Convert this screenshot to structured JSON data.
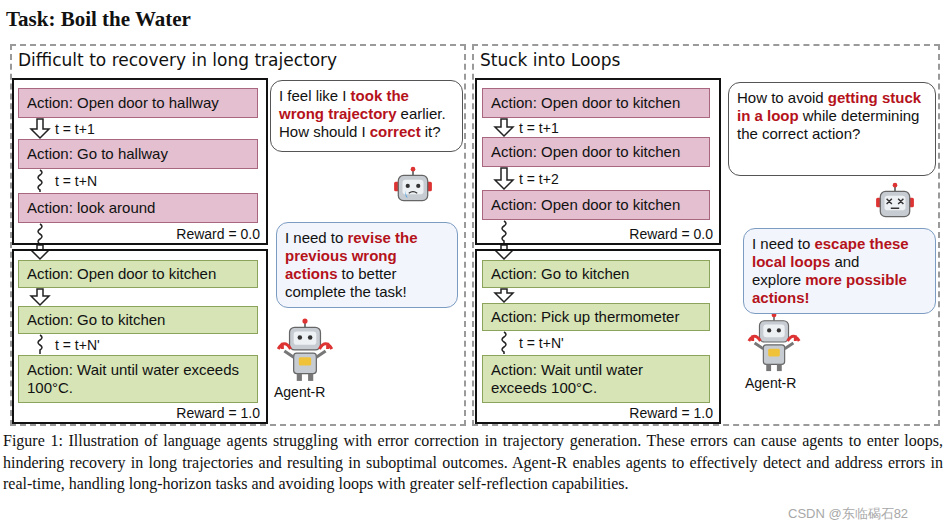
{
  "diagram": {
    "title": "Task: Boil the Water",
    "caption": "Figure 1: Illustration of language agents struggling with error correction in trajectory generation. These errors can cause agents to enter loops, hindering recovery in long trajectories and resulting in suboptimal outcomes. Agent-R enables agents to effectively detect and address errors in real-time, handling long-horizon tasks and avoiding loops with greater self-reflection capabilities.",
    "nodes": [
      {
        "text": [
          "Difficult to recovery in long trajectory"
        ]
      },
      {
        "text": [
          "Reward = 0.0"
        ],
        "in": 0
      },
      {
        "text": [
          "Action: Open door to hallway"
        ],
        "in": 1
      },
      {
        "text": [
          "Action: Go to hallway"
        ],
        "in": 1
      },
      {
        "text": [
          "Action: look around"
        ],
        "in": 1
      },
      {
        "text": [
          "Reward = 1.0"
        ],
        "in": 0
      },
      {
        "text": [
          "Action: Open door to kitchen"
        ],
        "in": 5
      },
      {
        "text": [
          "Action: Go to kitchen"
        ],
        "in": 5
      },
      {
        "text": [
          "Action: Wait until water exceeds 100°C."
        ],
        "in": 5
      },
      {
        "text": [
          "I feel like I",
          "took the wrong trajectory",
          "earlier. How should I",
          "correct",
          "it?"
        ],
        "in": 0
      },
      {
        "text": [
          "I need to",
          "revise the previous wrong actions",
          "to better complete the task!"
        ],
        "in": 0
      },
      {
        "text": [
          "Stuck into Loops"
        ]
      },
      {
        "text": [
          "Reward = 0.0"
        ],
        "in": 11
      },
      {
        "text": [
          "Action: Open door to kitchen"
        ],
        "in": 12
      },
      {
        "text": [
          "Action: Open door to kitchen"
        ],
        "in": 12
      },
      {
        "text": [
          "Action: Open door to kitchen"
        ],
        "in": 12
      },
      {
        "text": [
          "Reward = 1.0"
        ],
        "in": 11
      },
      {
        "text": [
          "Action: Go to kitchen"
        ],
        "in": 16
      },
      {
        "text": [
          "Action: Pick up thermometer"
        ],
        "in": 16
      },
      {
        "text": [
          "Action: Wait until water exceeds 100°C."
        ],
        "in": 16
      },
      {
        "text": [
          "How to avoid",
          "getting stuck in a loop",
          "while determining the correct action?"
        ],
        "in": 11
      },
      {
        "text": [
          "I need to",
          "escape these local loops",
          "and explore",
          "more possible actions!"
        ],
        "in": 11
      }
    ],
    "edges": [
      {
        "from": 2,
        "to": 3,
        "arrow": "to",
        "label": "t = t+1"
      },
      {
        "from": 3,
        "to": 4,
        "arrow": "none",
        "label": "t = t+N"
      },
      {
        "from": 4,
        "to": 6,
        "arrow": "to"
      },
      {
        "from": 6,
        "to": 7,
        "arrow": "to"
      },
      {
        "from": 7,
        "to": 8,
        "arrow": "none",
        "label": "t = t+N'"
      },
      {
        "from": 13,
        "to": 14,
        "arrow": "to",
        "label": "t = t+1"
      },
      {
        "from": 14,
        "to": 15,
        "arrow": "to",
        "label": "t = t+2"
      },
      {
        "from": 15,
        "to": 17,
        "arrow": "to"
      },
      {
        "from": 17,
        "to": 18,
        "arrow": "to"
      },
      {
        "from": 18,
        "to": 19,
        "arrow": "none",
        "label": "t = t+N'"
      }
    ],
    "labels": [
      "Agent-R",
      "Agent-R",
      "CSDN @东临碣石82"
    ]
  }
}
